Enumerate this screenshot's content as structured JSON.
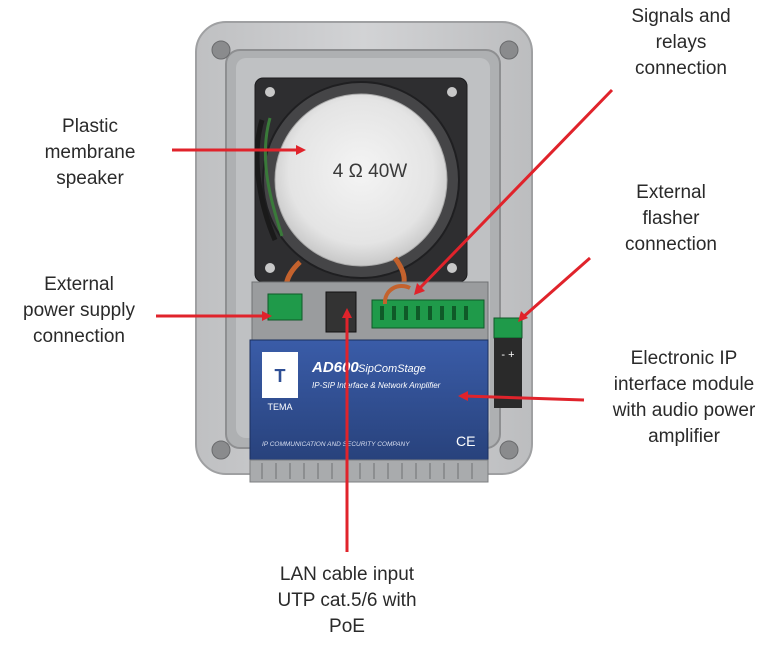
{
  "speaker_rating": "4 Ω 40W",
  "module": {
    "model": "AD600",
    "name": "SipComStage",
    "subtitle": "IP-SIP Interface & Network Amplifier",
    "brand": "TEMA",
    "footer": "IP COMMUNICATION AND SECURITY COMPANY",
    "ce_mark": "CE"
  },
  "terminal_marks": "- +",
  "labels": {
    "speaker": [
      "Plastic",
      "membrane",
      "speaker"
    ],
    "signals": [
      "Signals and",
      "relays",
      "connection"
    ],
    "flasher": [
      "External",
      "flasher",
      "connection"
    ],
    "power": [
      "External",
      "power supply",
      "connection"
    ],
    "module": [
      "Electronic IP",
      "interface module",
      "with audio power",
      "amplifier"
    ],
    "lan": [
      "LAN cable input",
      "UTP cat.5/6 with",
      "PoE"
    ]
  },
  "colors": {
    "arrow": "#e0232b",
    "housing": "#c9cacc",
    "module_blue": "#2f4f95",
    "terminal_green": "#1f9a4a"
  }
}
